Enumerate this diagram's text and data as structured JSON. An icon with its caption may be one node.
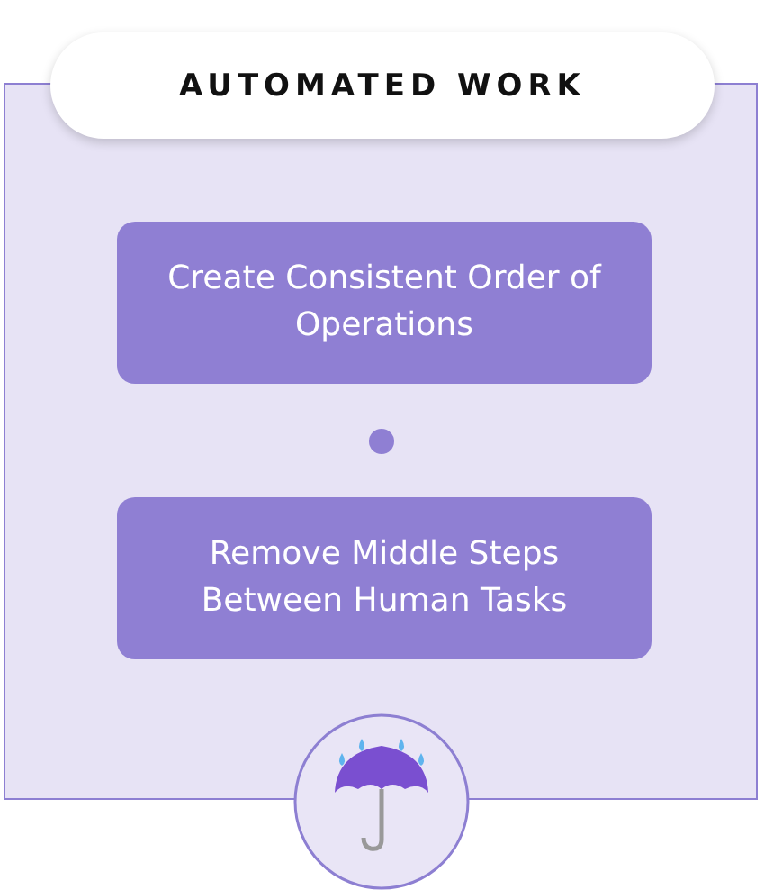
{
  "diagram": {
    "nodes": [
      {
        "text": [
          "AUTOMATED WORK"
        ]
      },
      {
        "text": [
          "Create Consistent Order of Operations"
        ],
        "in": 0
      },
      {
        "text": [
          "Remove Middle Steps Between Human Tasks"
        ],
        "in": 0
      }
    ]
  }
}
